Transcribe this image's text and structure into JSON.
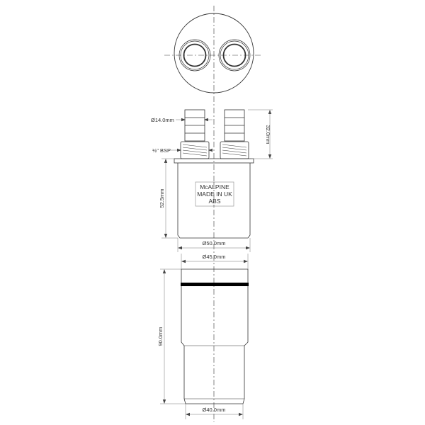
{
  "drawing": {
    "type": "technical-drawing",
    "subject": "Twin-spigot waste connector with 1/2\" BSP hose tails",
    "colors": {
      "line": "#333333",
      "dim": "#666666",
      "seal": "#000000",
      "background": "#ffffff"
    }
  },
  "top_view": {
    "outlets": 2
  },
  "dimensions": {
    "hose_tail_dia": "Ø14.0mm",
    "hose_tail_height": "32.0mm",
    "thread": "½\" BSP",
    "body_height": "52.5mm",
    "body_dia": "Ø50.0mm",
    "socket_dia": "Ø45.0mm",
    "spigot_length": "90.0mm",
    "spigot_dia": "Ø40.0mm"
  },
  "badge": {
    "line1": "McALPINE",
    "line2": "MADE IN UK",
    "line3": "ABS"
  }
}
